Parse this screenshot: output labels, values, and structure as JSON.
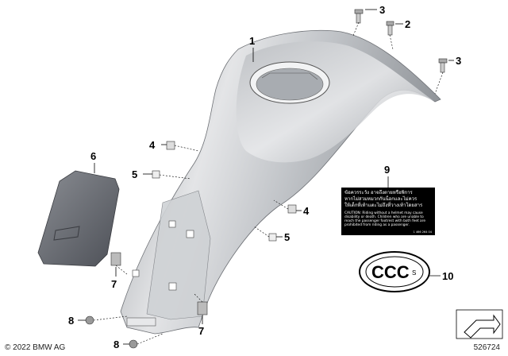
{
  "callouts": {
    "c1": "1",
    "c2": "2",
    "c3a": "3",
    "c3b": "3",
    "c4a": "4",
    "c4b": "4",
    "c5a": "5",
    "c5b": "5",
    "c6": "6",
    "c7a": "7",
    "c7b": "7",
    "c8a": "8",
    "c8b": "8",
    "c9": "9",
    "c10": "10"
  },
  "warning_label": {
    "thai_line1": "ข้อควรระวัง อาจถึงตายหรือพิการ",
    "thai_line2": "หากไม่สวมหมวกกันน็อกและไม่ควร",
    "thai_line3": "ให้เด็กที่เท้าแตะไม่ถึงที่วางเท้าโดยสาร",
    "english": "CAUTION: Riding without a helmet may cause disability or death. Children who are unable to reach the passenger footrest with both feet are prohibited from riding as a passenger.",
    "code": "1 466 264 04"
  },
  "ccc_mark": {
    "letters": "CCC",
    "suffix": "S"
  },
  "footer": {
    "copyright": "© 2022 BMW AG",
    "diagram_id": "526724"
  },
  "colors": {
    "part_light": "#d6d8db",
    "part_dark": "#8e9297",
    "cover_dark": "#5e6168"
  }
}
